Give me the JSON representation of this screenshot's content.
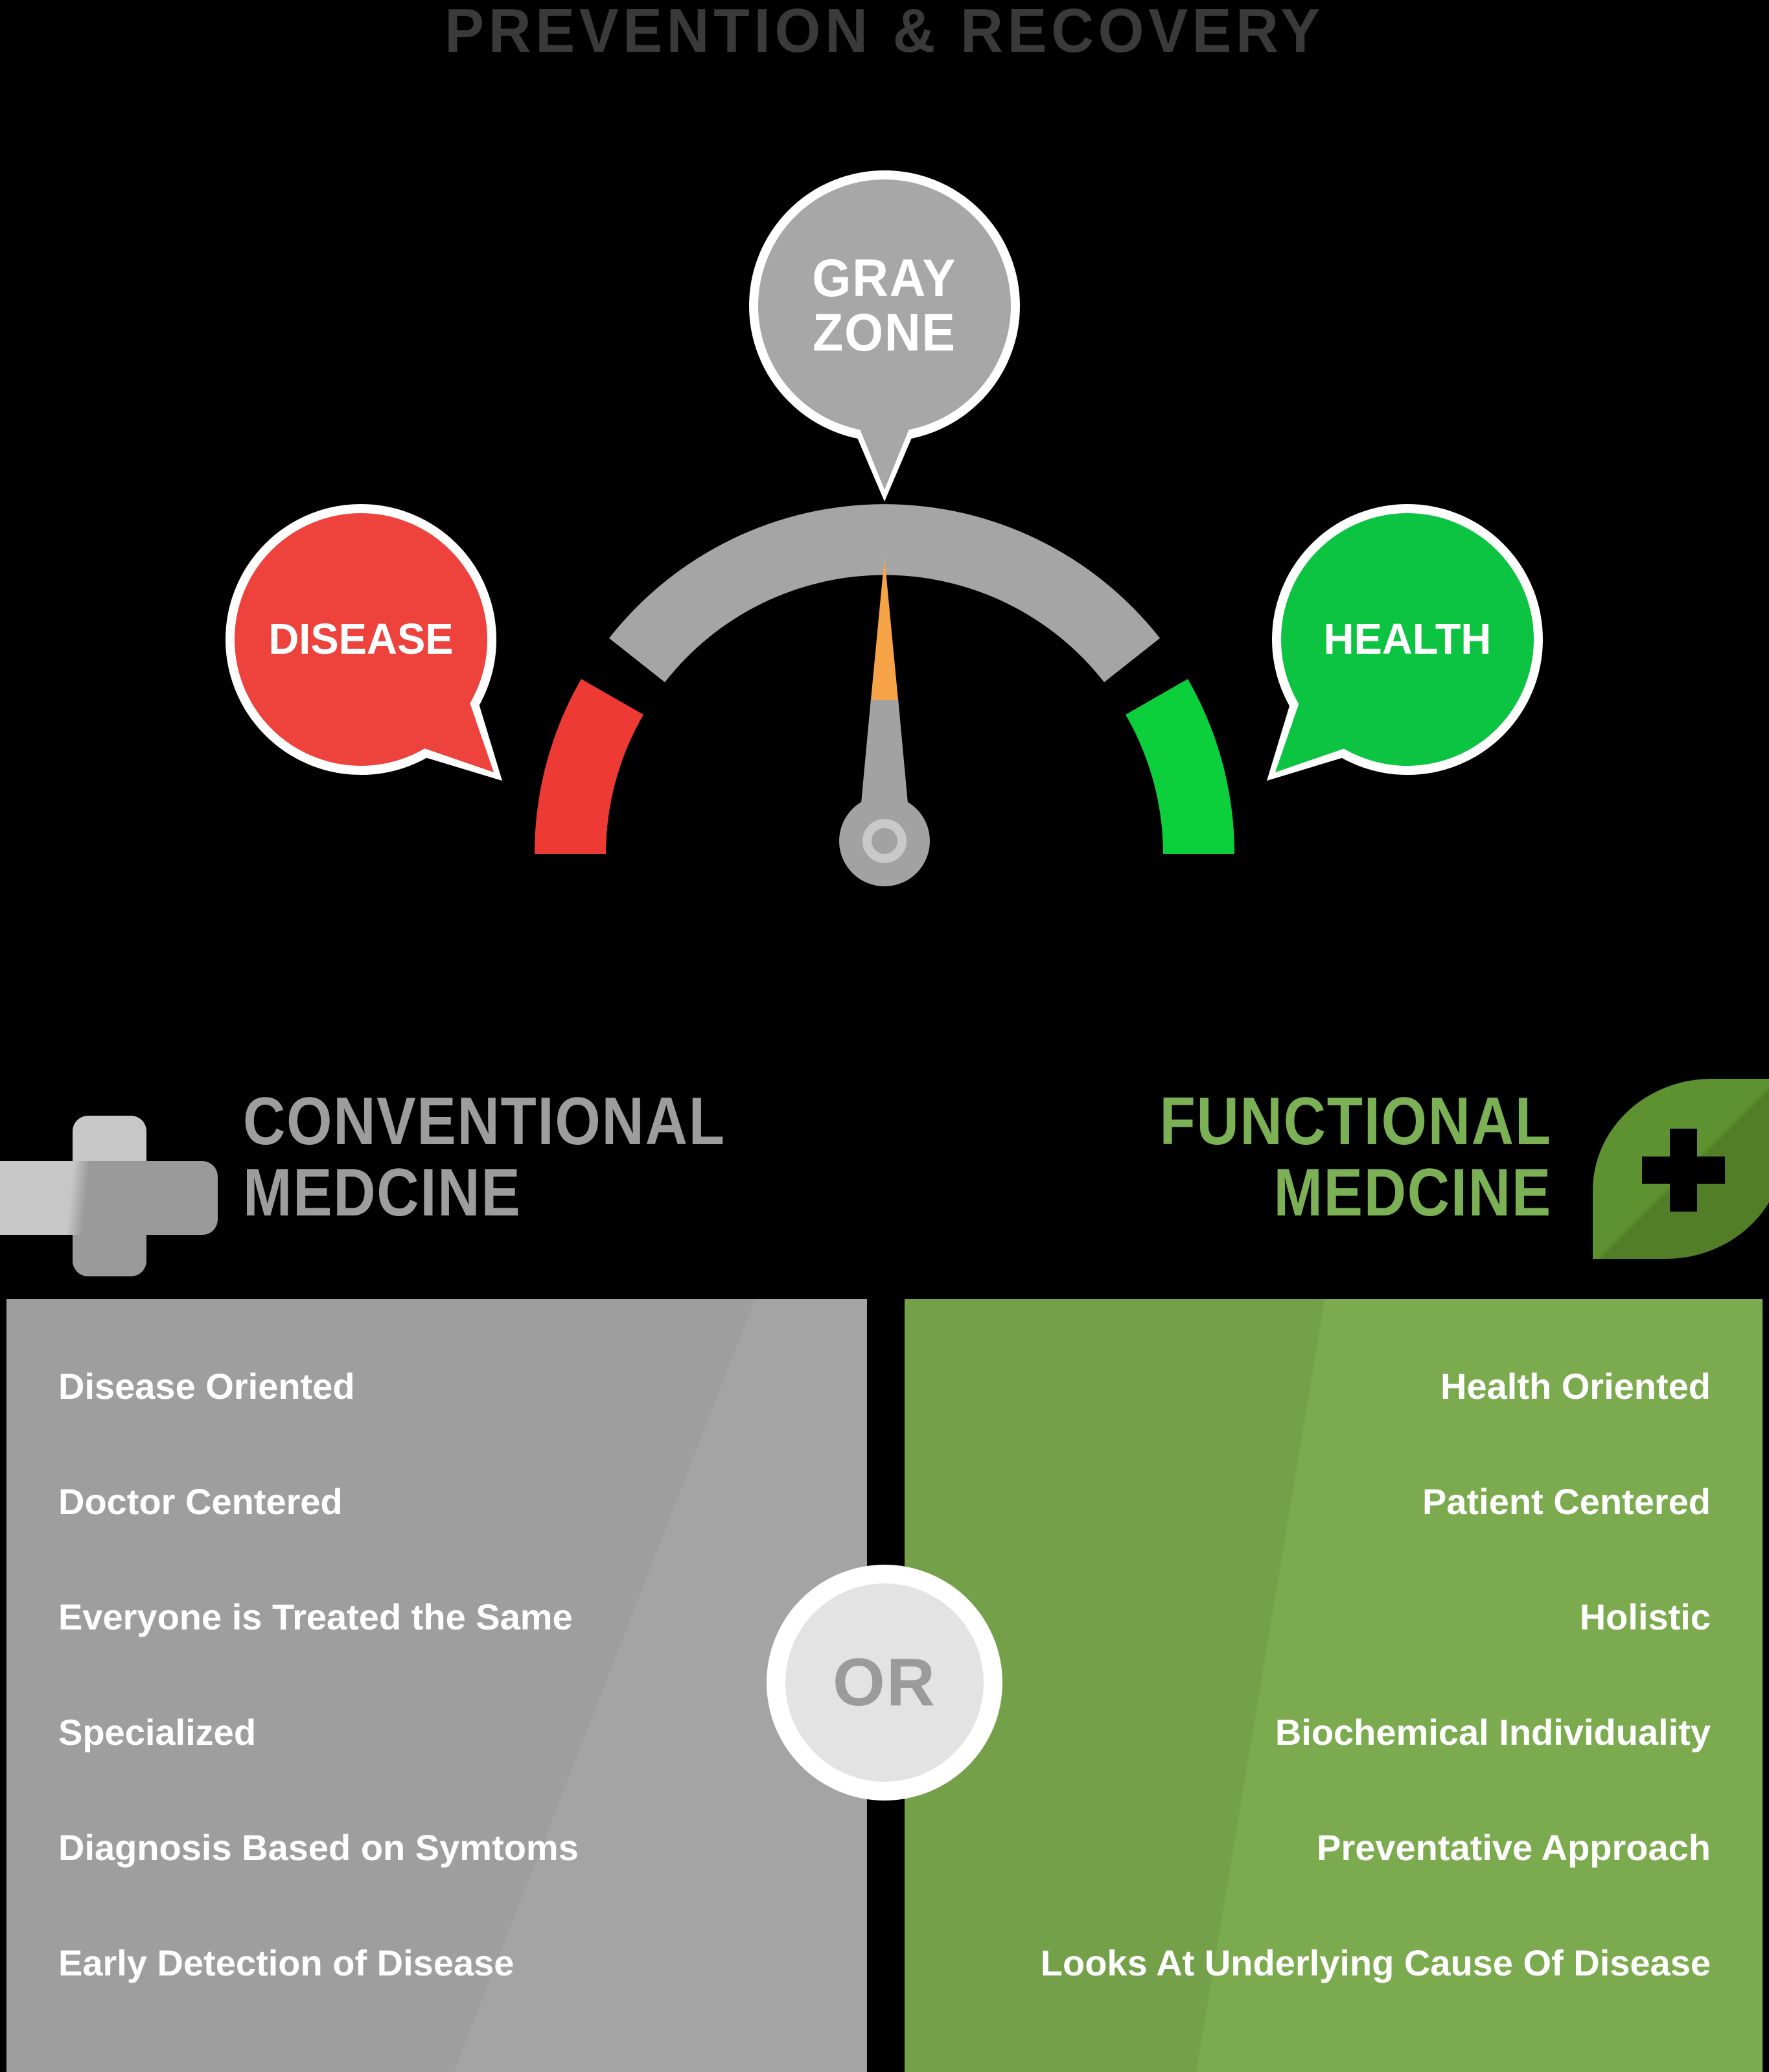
{
  "title": "PREVENTION & RECOVERY",
  "gauge": {
    "zone_label_line1": "GRAY",
    "zone_label_line2": "ZONE",
    "disease_label": "DISEASE",
    "health_label": "HEALTH",
    "colors": {
      "disease_red": "#ee423d",
      "gray_zone": "#a7a7a7",
      "health_green": "#0cc441",
      "arc_red": "#ee3a35",
      "arc_gray": "#a5a5a5",
      "arc_green": "#0bd03c",
      "needle_tip_orange": "#f6a348",
      "needle_body": "#a2a2a2",
      "needle_ring": "#c9c9c9"
    }
  },
  "conventional": {
    "heading_line1": "CONVENTIONAL",
    "heading_line2": "MEDCINE",
    "heading_color": "#9d9d9d",
    "panel_color": "#9e9e9e",
    "items": [
      "Disease Oriented",
      "Doctor Centered",
      "Everyone is Treated the Same",
      "Specialized",
      "Diagnosis Based on Symtoms",
      "Early Detection of Disease"
    ]
  },
  "functional": {
    "heading_line1": "FUNCTIONAL",
    "heading_line2": "MEDCINE",
    "heading_color": "#7bb054",
    "panel_color": "#7cab4f",
    "leaf_color": "#5e9231",
    "items": [
      "Health Oriented",
      "Patient Centered",
      "Holistic",
      "Biochemical Individuality",
      "Preventative Approach",
      "Looks At Underlying Cause Of Disease"
    ]
  },
  "divider_label": "OR"
}
